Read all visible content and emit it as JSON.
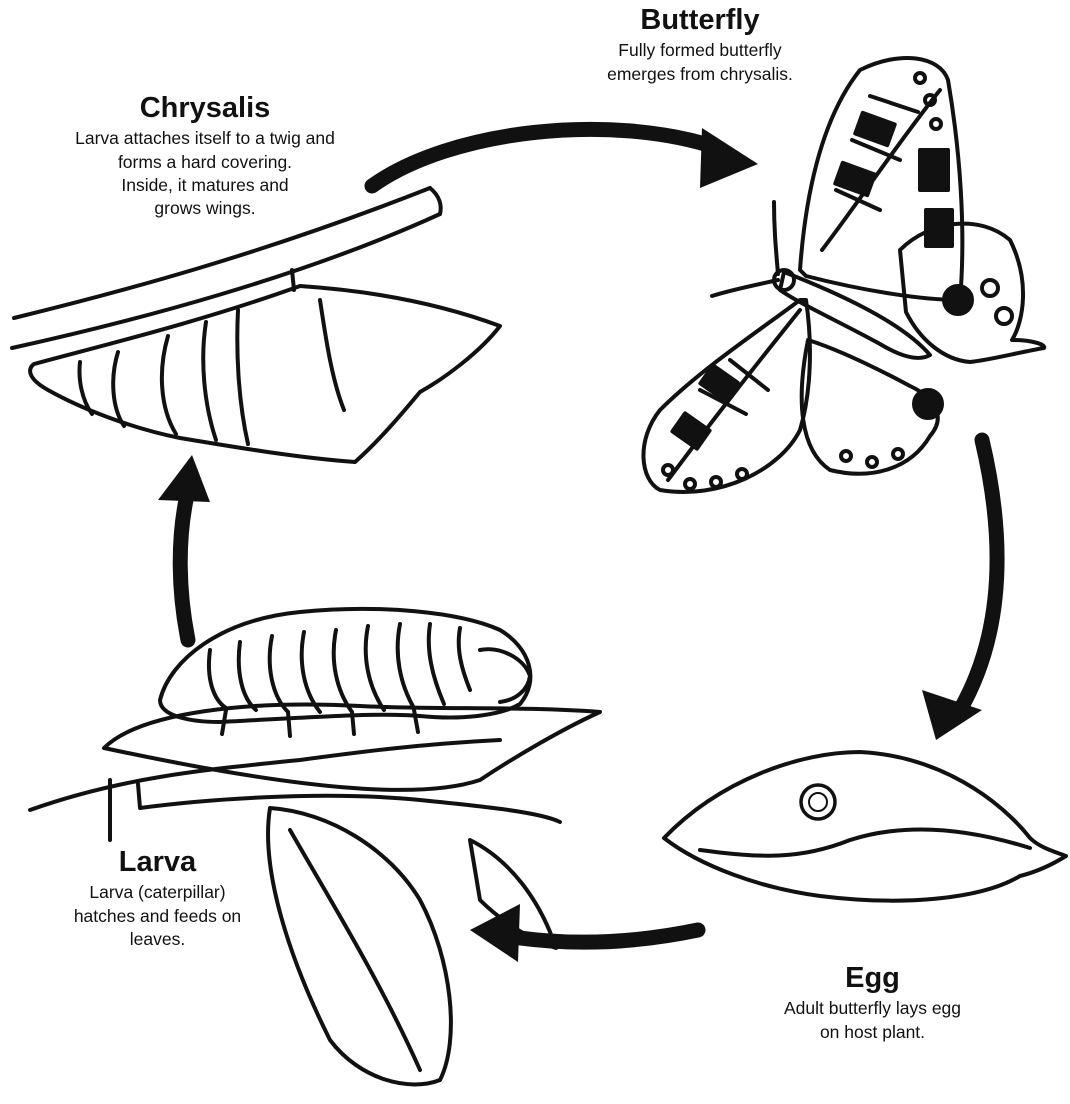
{
  "stages": {
    "butterfly": {
      "title": "Butterfly",
      "desc": "Fully formed butterfly\nemerges from chrysalis."
    },
    "chrysalis": {
      "title": "Chrysalis",
      "desc": "Larva attaches itself to a twig and\nforms a hard covering.\nInside, it matures and\ngrows wings."
    },
    "larva": {
      "title": "Larva",
      "desc": "Larva (caterpillar)\nhatches and feeds on\nleaves."
    },
    "egg": {
      "title": "Egg",
      "desc": "Adult butterfly lays egg\non host plant."
    }
  },
  "colors": {
    "ink": "#111111",
    "paper": "#ffffff"
  }
}
